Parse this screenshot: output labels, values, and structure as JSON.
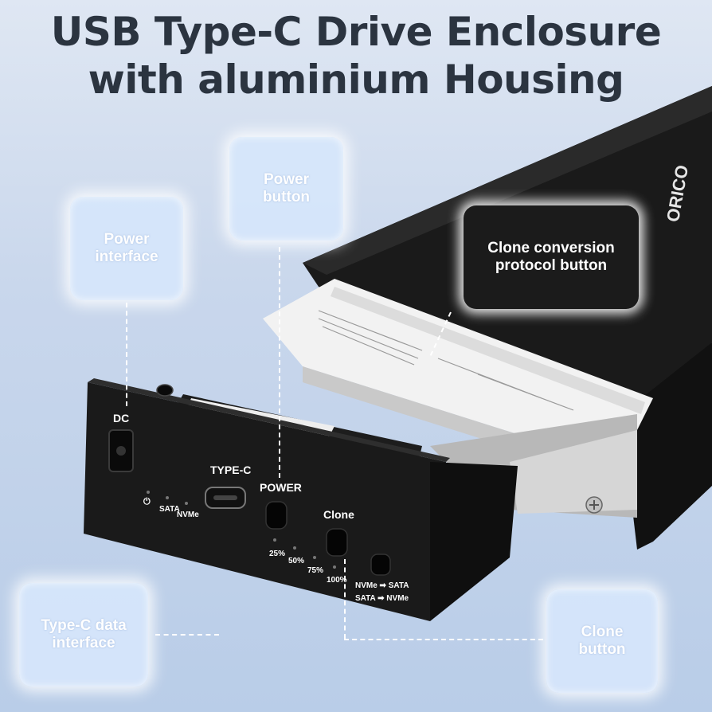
{
  "title": {
    "line1": "USB Type-C Drive Enclosure",
    "line2": "with aluminium Housing"
  },
  "callouts": {
    "power_interface": [
      "Power",
      "interface"
    ],
    "power_button": [
      "Power",
      "button"
    ],
    "clone_protocol": [
      "Clone conversion",
      "protocol button"
    ],
    "typec_interface": [
      "Type-C data",
      "interface"
    ],
    "clone_button": [
      "Clone",
      "button"
    ]
  },
  "device": {
    "brand": "ORICO",
    "dc_label": "DC",
    "typec_label": "TYPE-C",
    "power_label": "POWER",
    "clone_label": "Clone",
    "led_labels": [
      "⏻",
      "SATA",
      "NVMe"
    ],
    "progress_labels": [
      "25%",
      "50%",
      "75%",
      "100%"
    ],
    "switch_modes": [
      "NVMe ➡ SATA",
      "SATA ➡ NVMe"
    ]
  },
  "colors": {
    "title": "#2b3440",
    "background": "#c9d7ec",
    "enclosure": "#141414",
    "callout": "#d6e6fb"
  }
}
